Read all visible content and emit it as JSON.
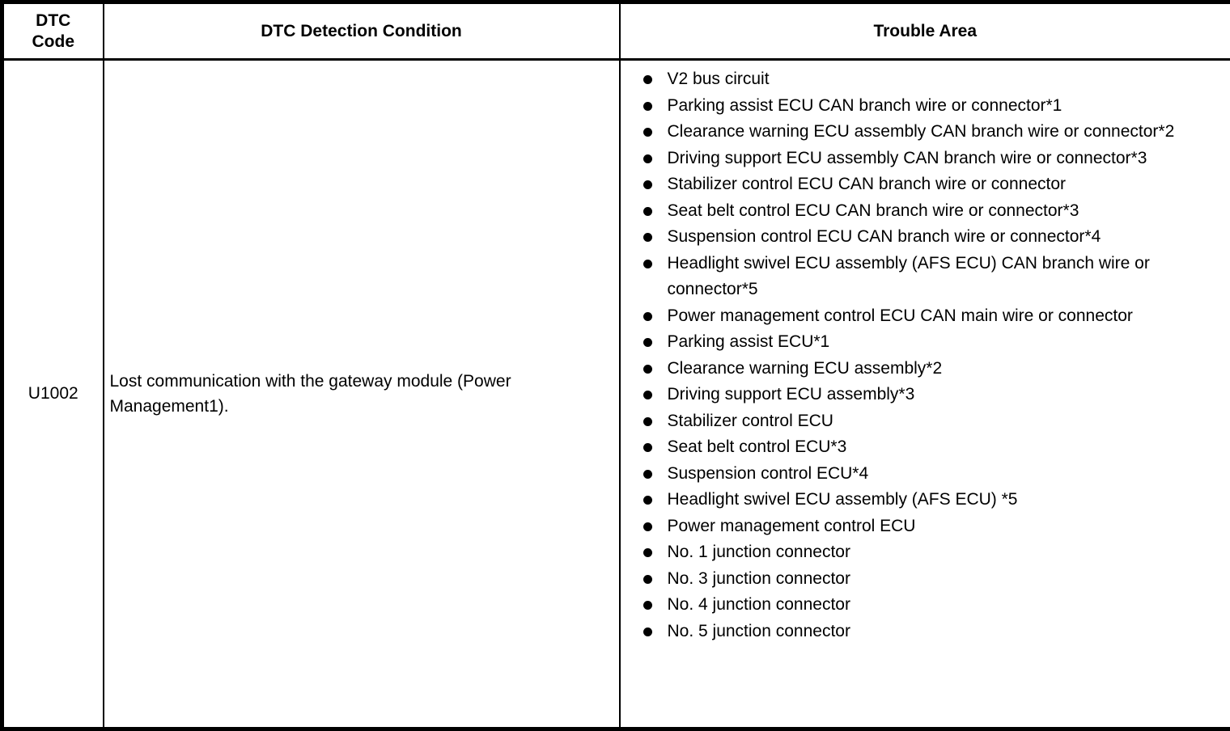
{
  "table": {
    "headers": [
      "DTC Code",
      "DTC Detection Condition",
      "Trouble Area"
    ],
    "rows": [
      {
        "dtc_code": "U1002",
        "detection_condition": "Lost communication with the gateway module (Power Management1).",
        "trouble_areas": [
          "V2 bus circuit",
          "Parking assist ECU CAN branch wire or connector*1",
          "Clearance warning ECU assembly CAN branch wire or connector*2",
          "Driving support ECU assembly CAN branch wire or connector*3",
          "Stabilizer control ECU CAN branch wire or connector",
          "Seat belt control ECU CAN branch wire or connector*3",
          "Suspension control ECU CAN branch wire or connector*4",
          "Headlight swivel ECU assembly (AFS ECU) CAN branch wire or connector*5",
          "Power management control ECU CAN main wire or connector",
          "Parking assist ECU*1",
          "Clearance warning ECU assembly*2",
          "Driving support ECU assembly*3",
          "Stabilizer control ECU",
          "Seat belt control ECU*3",
          "Suspension control ECU*4",
          "Headlight swivel ECU assembly (AFS ECU) *5",
          "Power management control ECU",
          "No. 1 junction connector",
          "No. 3 junction connector",
          "No. 4 junction connector",
          "No. 5 junction connector"
        ]
      }
    ],
    "colors": {
      "border": "#000000",
      "text": "#000000",
      "background": "#ffffff"
    }
  }
}
